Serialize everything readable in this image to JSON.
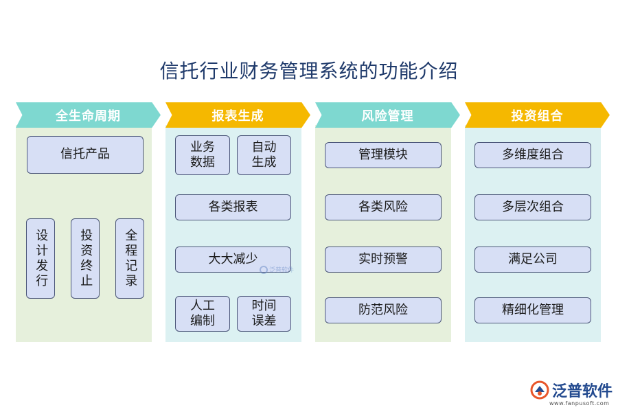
{
  "title": "信托行业财务管理系统的功能介绍",
  "colors": {
    "arrow_teal": "#7ed8d0",
    "arrow_gold": "#f5b800",
    "panel_green": "#e6f0dc",
    "panel_cyan": "#dcf1f2",
    "box_fill": "#d7dff5",
    "box_border": "#4a5578",
    "title_color": "#1f3a6b"
  },
  "columns": [
    {
      "header": "全生命周期",
      "items": [
        "信托产品",
        "设计发行",
        "投资终止",
        "全程记录"
      ]
    },
    {
      "header": "报表生成",
      "items": [
        "业务\n数据",
        "自动\n生成",
        "各类报表",
        "大大减少",
        "人工\n编制",
        "时间\n误差"
      ]
    },
    {
      "header": "风险管理",
      "items": [
        "管理模块",
        "各类风险",
        "实时预警",
        "防范风险"
      ]
    },
    {
      "header": "投资组合",
      "items": [
        "多维度组合",
        "多层次组合",
        "满足公司",
        "精细化管理"
      ]
    }
  ],
  "watermark": {
    "text": "泛普软件",
    "icon": "fanpu-watermark-icon"
  },
  "logo": {
    "name": "泛普软件",
    "url": "www.fanpusoft.com",
    "icon": "fanpu-logo-icon"
  }
}
